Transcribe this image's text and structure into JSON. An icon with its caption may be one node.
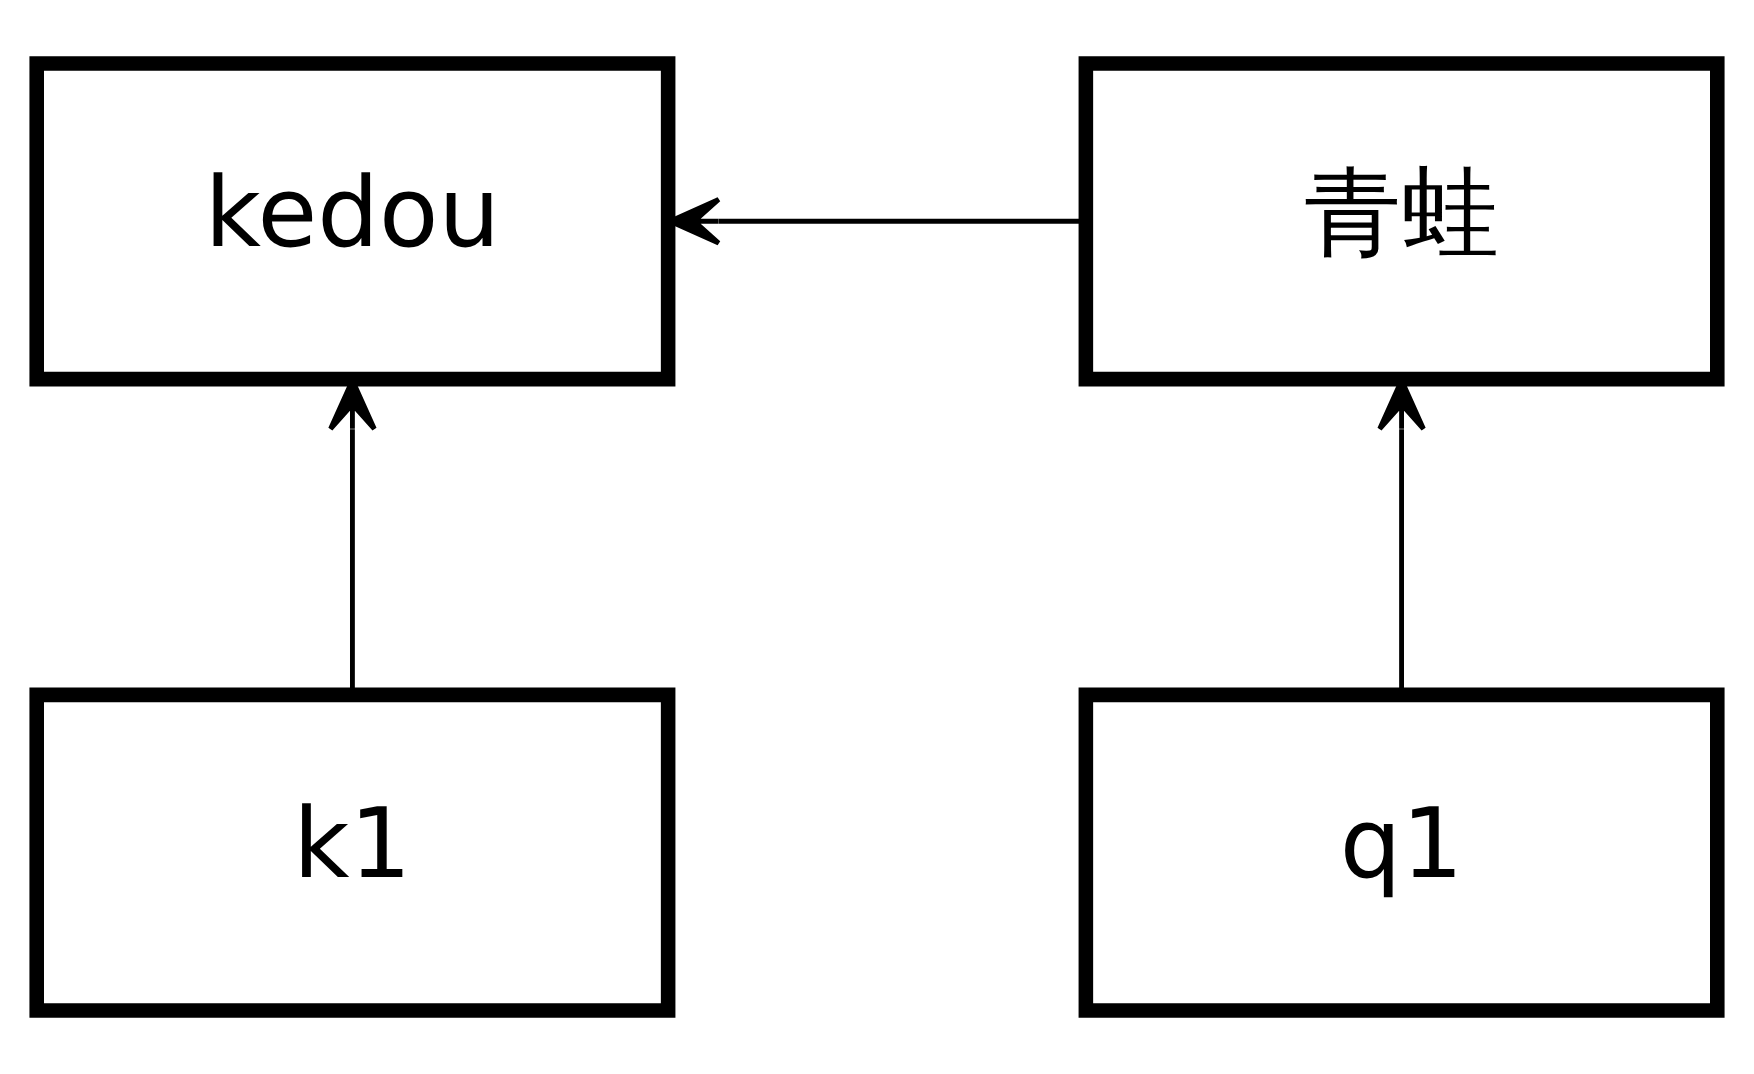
{
  "diagram": {
    "nodes": [
      {
        "text": [
          "kedou"
        ]
      },
      {
        "text": [
          "青蛙"
        ]
      },
      {
        "text": [
          "k1"
        ]
      },
      {
        "text": [
          "q1"
        ]
      }
    ],
    "edges": [
      {
        "from": 1,
        "to": 0,
        "arrow": "to"
      },
      {
        "from": 2,
        "to": 0,
        "arrow": "to"
      },
      {
        "from": 3,
        "to": 1,
        "arrow": "to"
      }
    ]
  }
}
